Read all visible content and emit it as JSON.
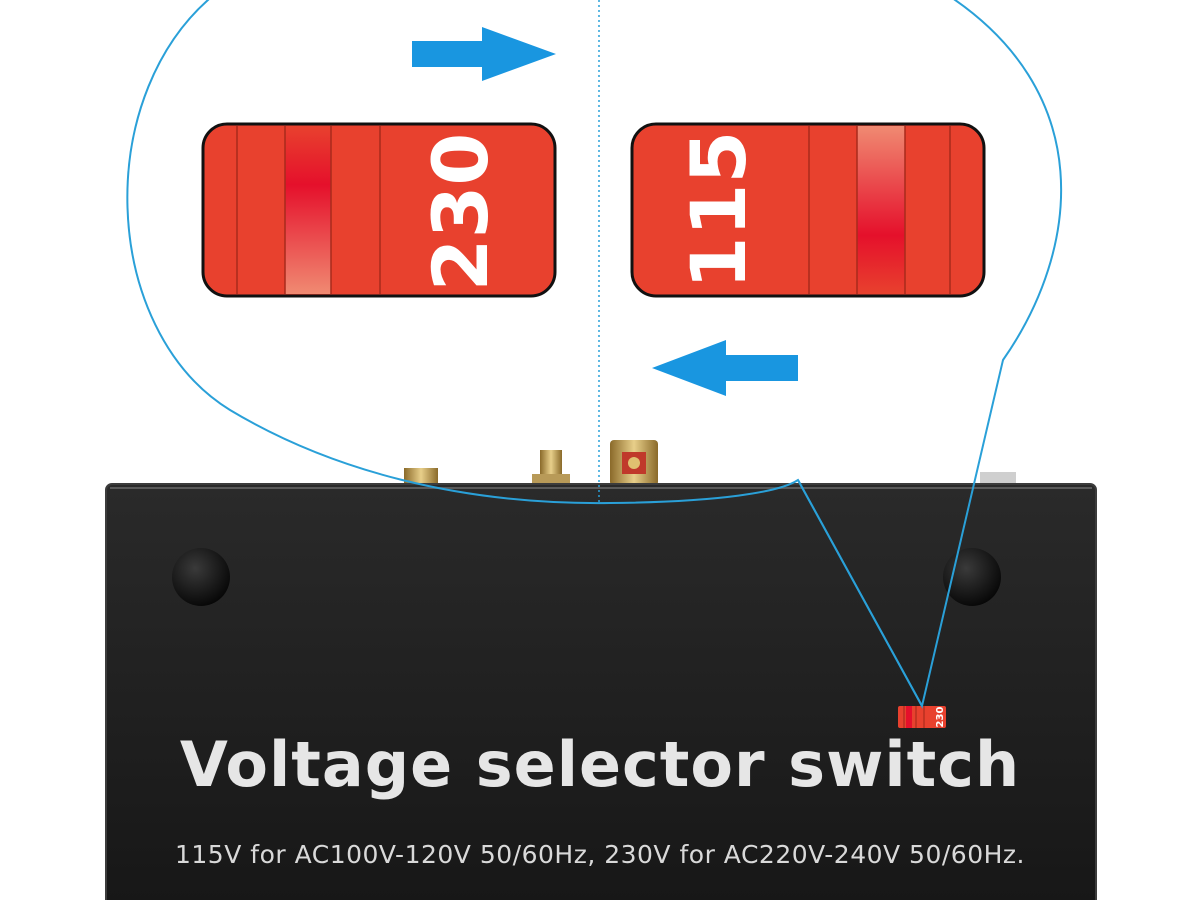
{
  "title": "Voltage selector switch",
  "subtitle": "115V for AC100V-120V 50/60Hz, 230V for AC220V-240V 50/60Hz.",
  "switch_left": {
    "label": "230"
  },
  "switch_right": {
    "label": "115"
  },
  "device_switch": {
    "label": "230"
  },
  "icons": {
    "arrow_top": "arrow-right-icon",
    "arrow_bottom": "arrow-left-icon"
  },
  "colors": {
    "switch_red": "#e8412e",
    "arrow_blue": "#1996e0",
    "callout_line": "#2aa0d8",
    "device_body": "#1b1b1b"
  }
}
